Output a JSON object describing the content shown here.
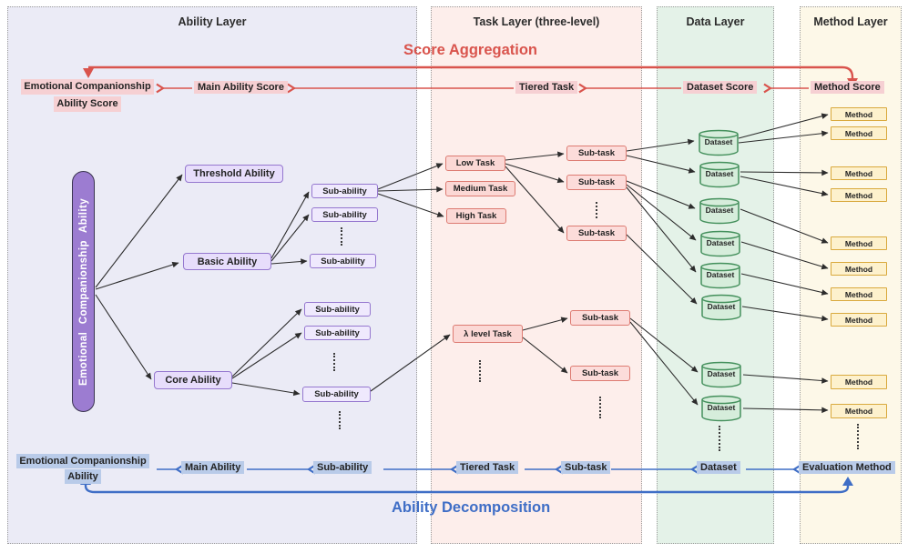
{
  "layers": {
    "ability": {
      "title": "Ability Layer"
    },
    "task": {
      "title": "Task Layer (three-level)"
    },
    "data": {
      "title": "Data Layer"
    },
    "method": {
      "title": "Method Layer"
    }
  },
  "aggregation": {
    "title": "Score Aggregation",
    "ec_score_line1": "Emotional Companionship",
    "ec_score_line2": "Ability Score",
    "main_ability_score": "Main Ability Score",
    "tiered_task": "Tiered Task",
    "dataset_score": "Dataset Score",
    "method_score": "Method Score"
  },
  "decomposition": {
    "title": "Ability Decomposition",
    "ec_line1": "Emotional Companionship",
    "ec_line2": "Ability",
    "main_ability": "Main Ability",
    "sub_ability": "Sub-ability",
    "tiered_task": "Tiered Task",
    "sub_task": "Sub-task",
    "dataset": "Dataset",
    "evaluation_method": "Evaluation Method"
  },
  "tree": {
    "root": "Emotional Companionship Ability",
    "abilities": [
      "Threshold Ability",
      "Basic Ability",
      "Core Ability"
    ],
    "sub_ability": "Sub-ability",
    "tiered_tasks": [
      "Low Task",
      "Medium Task",
      "High Task"
    ],
    "lambda_task": "λ level Task",
    "sub_task": "Sub-task",
    "dataset": "Dataset",
    "method": "Method"
  },
  "colors": {
    "aggregation_red": "#d9544d",
    "decomposition_blue": "#3f6ec6",
    "ability_purple": "#9c7cd1",
    "dataset_green": "#44905c",
    "method_yellow": "#d9a93d"
  }
}
